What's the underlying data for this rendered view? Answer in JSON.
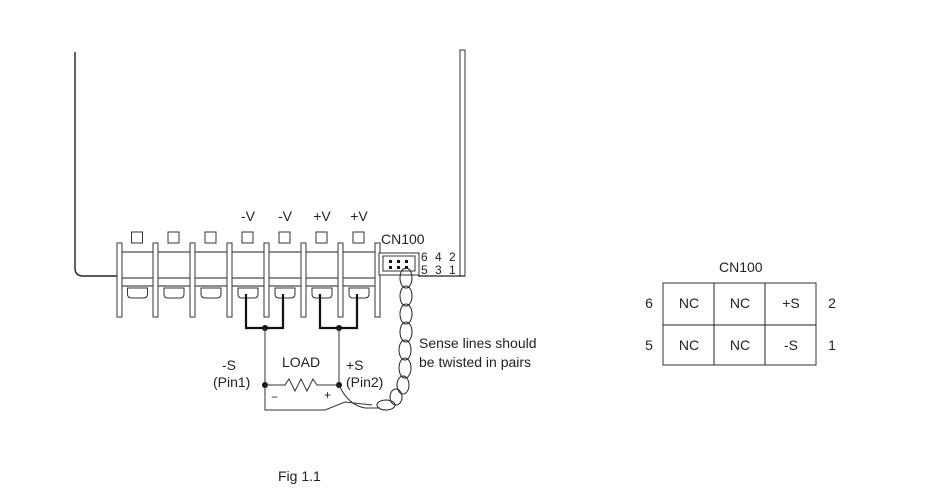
{
  "figure": {
    "caption": "Fig 1.1",
    "terminal_labels": [
      "",
      "",
      "",
      "-V",
      "-V",
      "+V",
      "+V"
    ],
    "connector": {
      "name": "CN100",
      "pin_row_top": "6 4 2",
      "pin_row_bottom": "5 3 1"
    },
    "load": {
      "label": "LOAD",
      "minus_sign": "−",
      "plus_sign": "+",
      "left_sense": {
        "name": "-S",
        "pin": "(Pin1)"
      },
      "right_sense": {
        "name": "+S",
        "pin": "(Pin2)"
      }
    },
    "note": {
      "line1": "Sense lines should",
      "line2": "be twisted  in pairs"
    }
  },
  "pin_table": {
    "title": "CN100",
    "rows": [
      {
        "left_pin": "6",
        "cells": [
          "NC",
          "NC",
          "+S"
        ],
        "right_pin": "2"
      },
      {
        "left_pin": "5",
        "cells": [
          "NC",
          "NC",
          "-S"
        ],
        "right_pin": "1"
      }
    ]
  }
}
